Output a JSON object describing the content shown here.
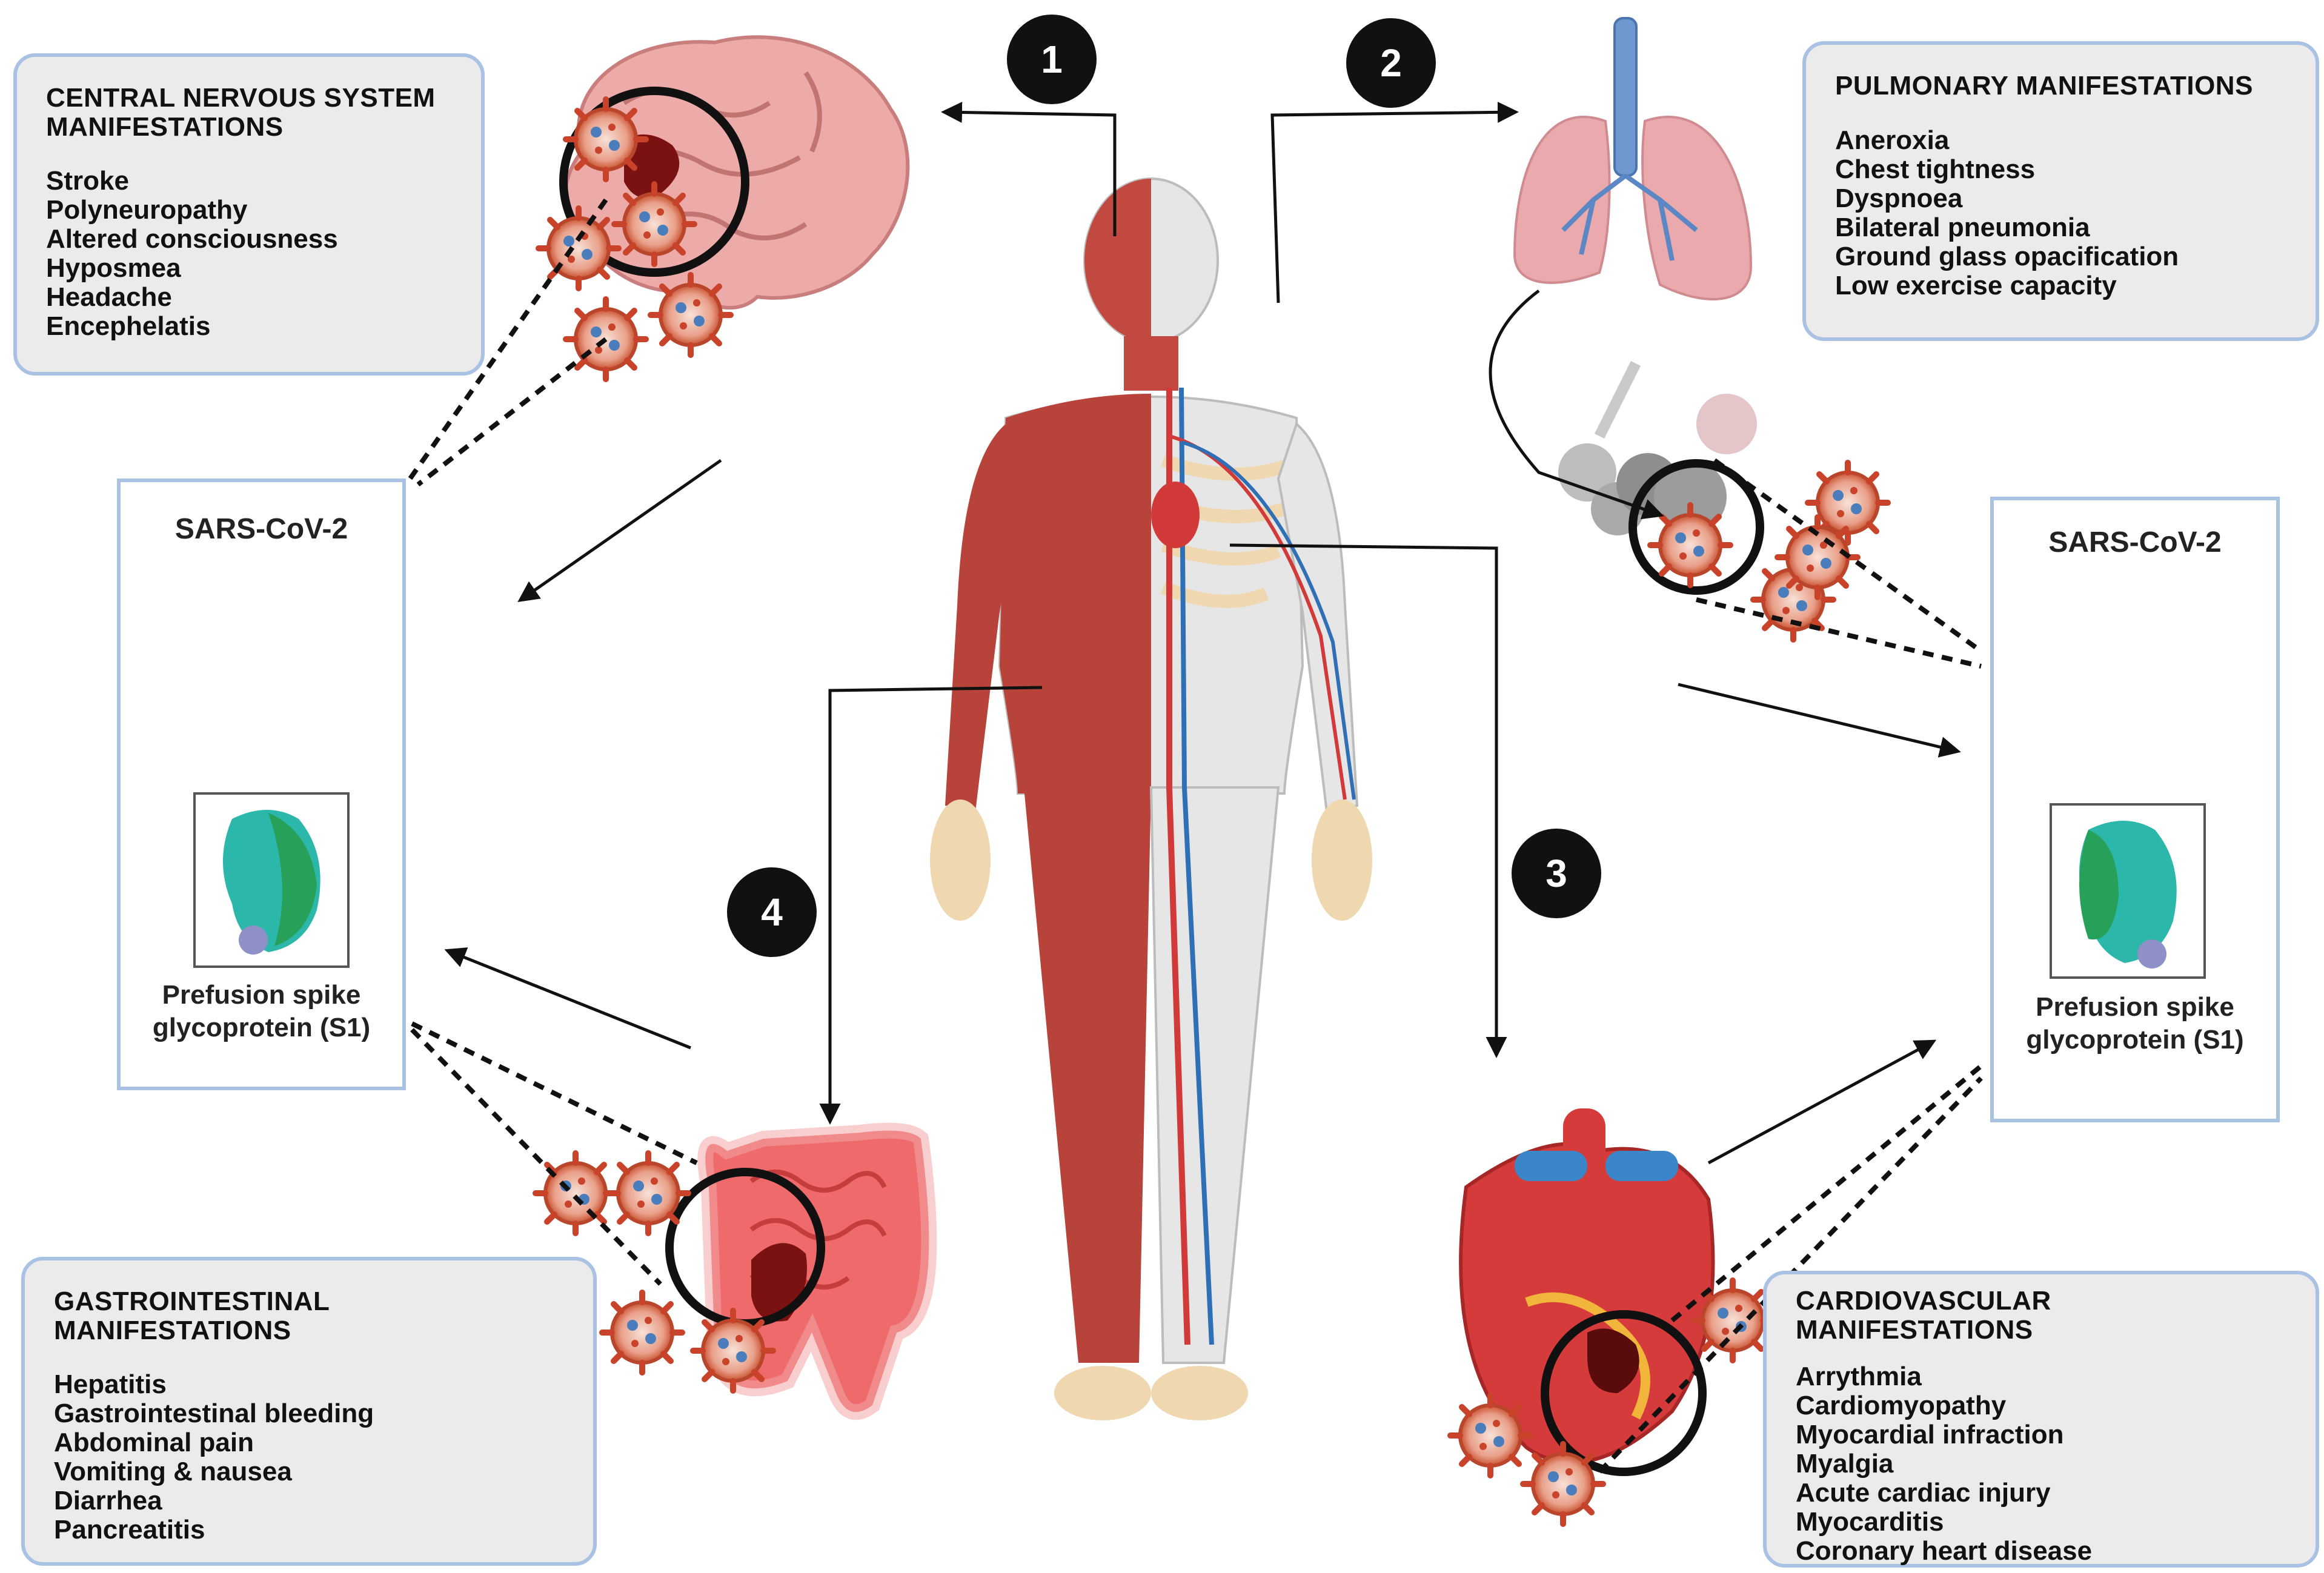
{
  "steps": [
    "1",
    "2",
    "3",
    "4"
  ],
  "panels": {
    "cns": {
      "title": "CENTRAL NERVOUS SYSTEM\nMANIFESTATIONS",
      "items": [
        "Stroke",
        "Polyneuropathy",
        "Altered consciousness",
        "Hyposmea",
        "Headache",
        "Encephelatis"
      ]
    },
    "pulmonary": {
      "title": "PULMONARY MANIFESTATIONS",
      "items": [
        "Aneroxia",
        "Chest tightness",
        "Dyspnoea",
        "Bilateral pneumonia",
        "Ground glass opacification",
        "Low exercise capacity"
      ]
    },
    "gastro": {
      "title": "GASTROINTESTINAL MANIFESTATIONS",
      "items": [
        "Hepatitis",
        "Gastrointestinal bleeding",
        "Abdominal pain",
        "Vomiting & nausea",
        "Diarrhea",
        "Pancreatitis"
      ]
    },
    "cardio": {
      "title": "CARDIOVASCULAR MANIFESTATIONS",
      "items": [
        "Arrythmia",
        "Cardiomyopathy",
        "Myocardial infraction",
        "Myalgia",
        "Acute cardiac injury",
        "Myocarditis",
        "Coronary heart disease"
      ]
    }
  },
  "virus_boxes": {
    "left": {
      "title": "SARS-CoV-2",
      "caption": "Prefusion spike\nglycoprotein (S1)"
    },
    "right": {
      "title": "SARS-CoV-2",
      "caption": "Prefusion spike\nglycoprotein (S1)"
    }
  },
  "colors": {
    "panel_border": "#a9c1e3",
    "panel_fill": "#ebebeb",
    "virus_red": "#d9583a",
    "virus_blue": "#2f6fb5",
    "muscle": "#b8433a",
    "skeleton": "#efd8b0",
    "lung": "#e7a4a8",
    "heart": "#d63b3b",
    "intestine": "#ef6a6a"
  }
}
